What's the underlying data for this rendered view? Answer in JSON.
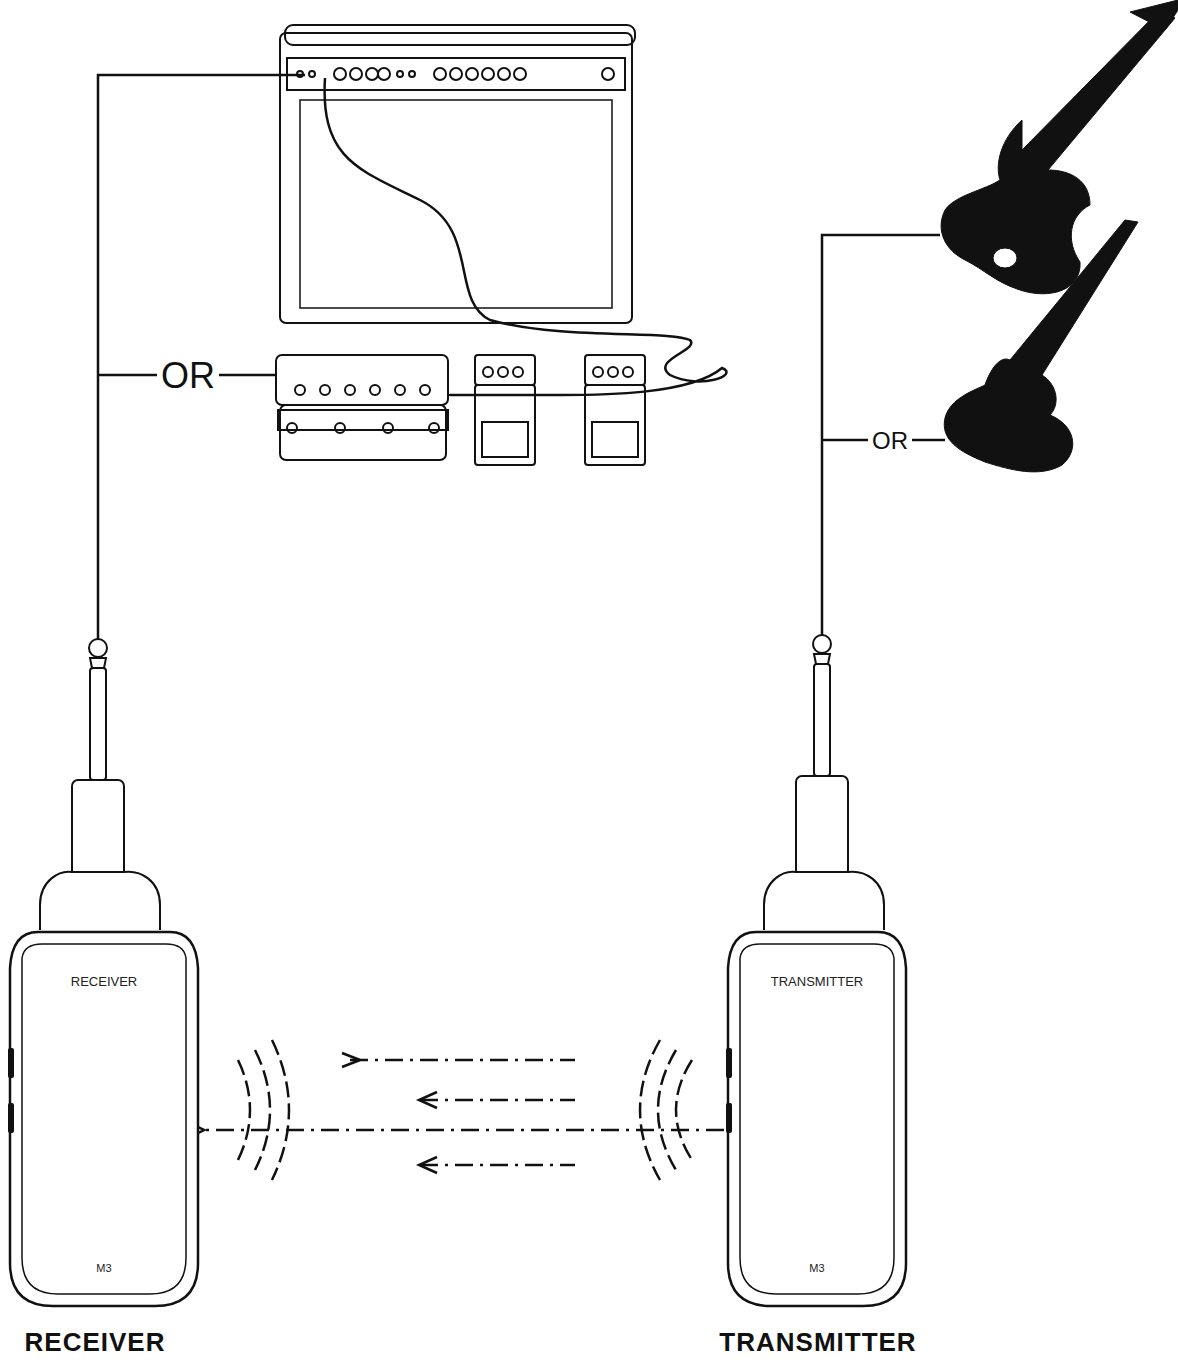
{
  "diagram": {
    "nodes": [
      {
        "text": [
          "RECEIVER",
          "M3"
        ]
      },
      {
        "text": [
          "TRANSMITTER",
          "M3"
        ]
      }
    ],
    "edges": [
      {
        "from": 1,
        "to": 0,
        "arrow": "to"
      }
    ],
    "labels": [
      "OR",
      "OR",
      "RECEIVER",
      "TRANSMITTER"
    ]
  }
}
